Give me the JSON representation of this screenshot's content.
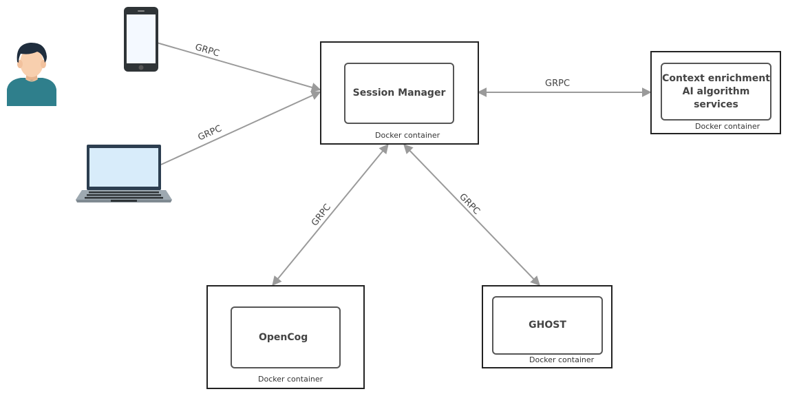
{
  "nodes": {
    "session_manager": {
      "title": "Session Manager",
      "caption": "Docker container"
    },
    "context_enrichment": {
      "line1": "Context enrichment",
      "line2": "AI algorithm services",
      "caption": "Docker container"
    },
    "opencog": {
      "title": "OpenCog",
      "caption": "Docker container"
    },
    "ghost": {
      "title": "GHOST",
      "caption": "Docker container"
    }
  },
  "edges": {
    "phone_to_session": "GRPC",
    "laptop_to_session": "GRPC",
    "session_to_context": "GRPC",
    "session_to_opencog": "GRPC",
    "session_to_ghost": "GRPC"
  },
  "icons": [
    "user-avatar-icon",
    "smartphone-icon",
    "laptop-icon"
  ],
  "colors": {
    "connector": "#9a9a9a",
    "box_border": "#222222",
    "skin": "#f8cfae",
    "hair": "#1f2d3d",
    "shirt": "#2f7f8c"
  }
}
